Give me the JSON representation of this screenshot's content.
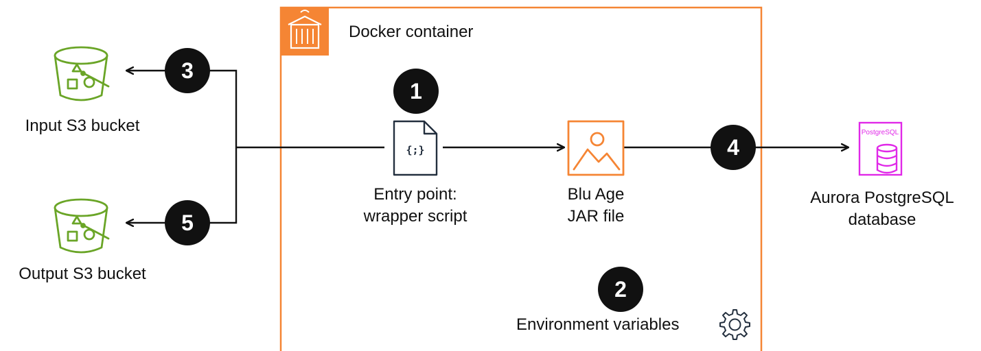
{
  "colors": {
    "bucket_green": "#6aa527",
    "container_orange": "#f58534",
    "postgres_magenta": "#e028e8",
    "connector_black": "#111111",
    "badge_black": "#111111",
    "badge_text": "#ffffff"
  },
  "container": {
    "title": "Docker container",
    "icon": "docker-container-icon"
  },
  "input_bucket": {
    "label": "Input  S3 bucket",
    "icon": "s3-bucket-icon"
  },
  "output_bucket": {
    "label": "Output  S3 bucket",
    "icon": "s3-bucket-icon"
  },
  "entry_point": {
    "line1": "Entry  point:",
    "line2": "wrapper script",
    "icon": "script-file-icon",
    "icon_glyph": "{;}"
  },
  "jar": {
    "line1": "Blu Age",
    "line2": "JAR file",
    "icon": "jar-image-icon"
  },
  "database": {
    "line1": "Aurora PostgreSQL",
    "line2": "database",
    "icon": "postgresql-database-icon",
    "icon_text": "PostgreSQL"
  },
  "env": {
    "label": "Environment  variables",
    "icon": "gear-icon"
  },
  "steps": [
    "1",
    "2",
    "3",
    "4",
    "5"
  ]
}
